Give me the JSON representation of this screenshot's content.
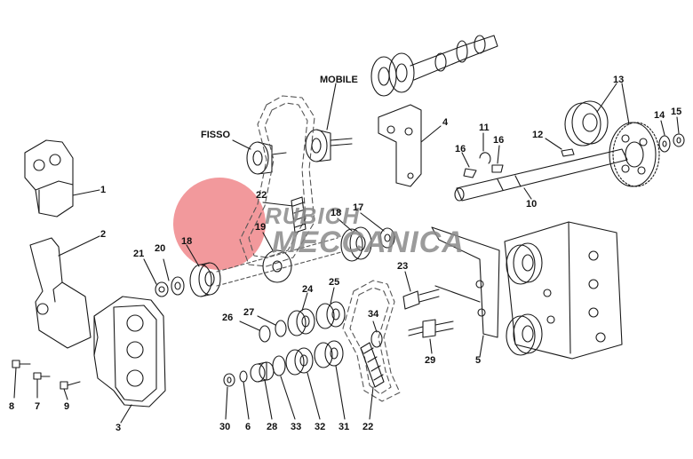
{
  "diagram": {
    "part_labels": {
      "p1": "1",
      "p2": "2",
      "p3": "3",
      "p4": "4",
      "p5": "5",
      "p6": "6",
      "p7": "7",
      "p8": "8",
      "p9": "9",
      "p10": "10",
      "p11": "11",
      "p12": "12",
      "p13": "13",
      "p14": "14",
      "p15": "15",
      "p16a": "16",
      "p16b": "16",
      "p17": "17",
      "p18a": "18",
      "p18b": "18",
      "p19": "19",
      "p20": "20",
      "p21": "21",
      "p22a": "22",
      "p22b": "22",
      "p23": "23",
      "p24": "24",
      "p25": "25",
      "p26": "26",
      "p27": "27",
      "p28": "28",
      "p29": "29",
      "p30": "30",
      "p31": "31",
      "p32": "32",
      "p33": "33",
      "p34": "34"
    },
    "callouts": {
      "mobile": "MOBILE",
      "fisso": "FISSO"
    },
    "watermark": {
      "line1": "RUBICH",
      "line2": "MECCANICA"
    },
    "colors": {
      "ink": "#1a1a1a",
      "watermark_red": "#e8454a",
      "watermark_gray": "#8a8a8a"
    }
  }
}
